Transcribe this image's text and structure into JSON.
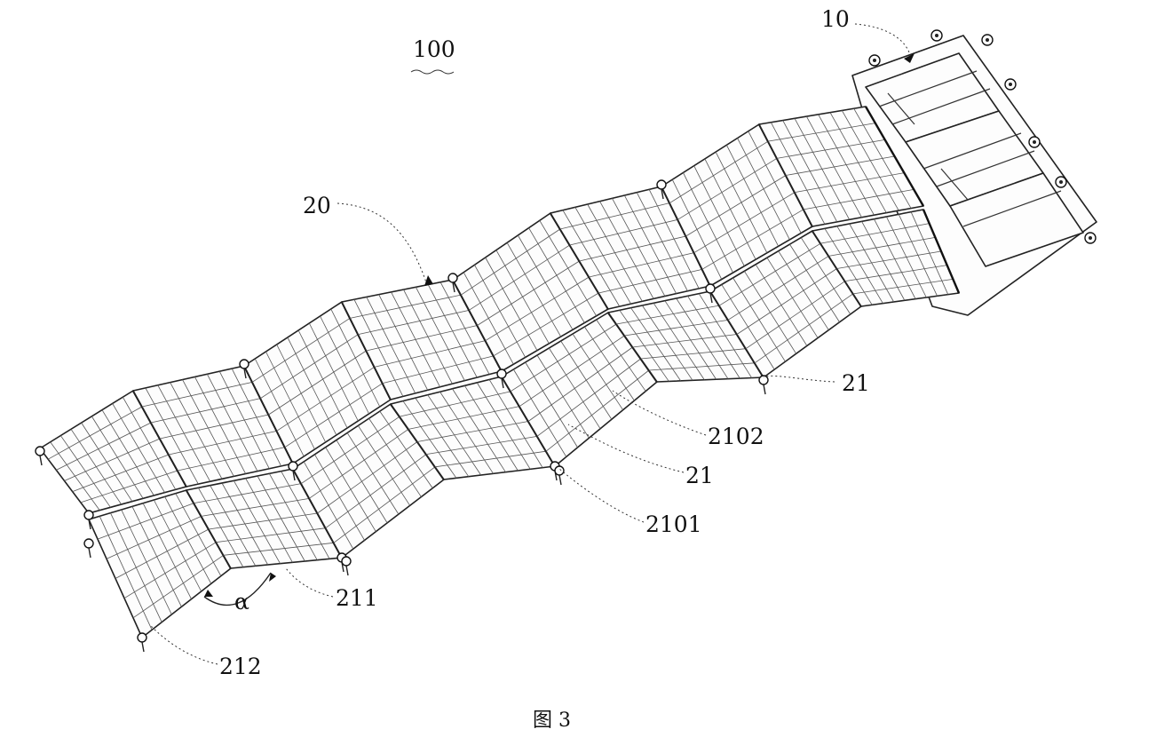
{
  "labels": {
    "assembly": "100",
    "base": "10",
    "array": "20",
    "panel_upper": "21",
    "panel_lower": "21",
    "fold_upper": "2102",
    "fold_lower": "2101",
    "edge_upper": "211",
    "edge_lower": "212",
    "angle": "α"
  },
  "caption": "图 3"
}
